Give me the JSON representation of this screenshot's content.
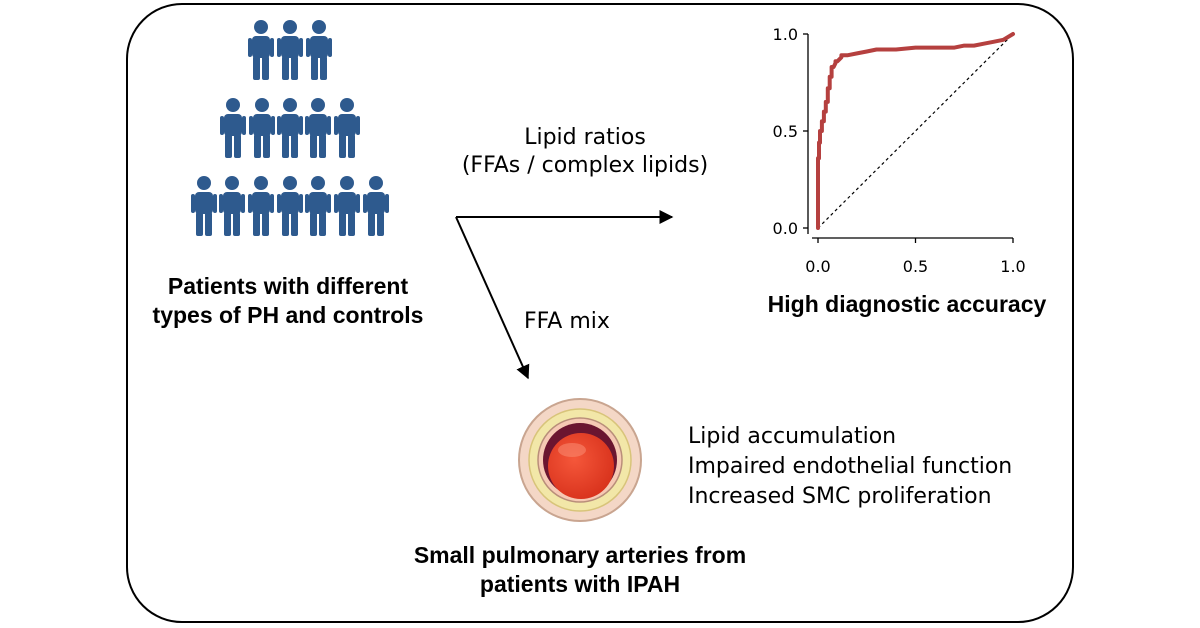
{
  "people": {
    "caption_line1": "Patients with different",
    "caption_line2": "types of PH and controls",
    "icon": "person-icon",
    "color": "#2E5A8E"
  },
  "arrows": {
    "lipid_ratio_line1": "Lipid ratios",
    "lipid_ratio_line2": "(FFAs / complex lipids)",
    "ffa_mix": "FFA mix"
  },
  "roc": {
    "caption": "High diagnostic accuracy",
    "color": "#B5403F"
  },
  "artery": {
    "caption_line1": "Small pulmonary arteries from",
    "caption_line2": "patients with IPAH",
    "effects": [
      "Lipid accumulation",
      "Impaired endothelial function",
      "Increased SMC proliferation"
    ],
    "icon": "artery-cross-section-icon"
  },
  "chart_data": {
    "type": "line",
    "title": "",
    "xlabel": "",
    "ylabel": "",
    "xlim": [
      0,
      1
    ],
    "ylim": [
      0,
      1
    ],
    "x_ticks": [
      "0.0",
      "0.5",
      "1.0"
    ],
    "y_ticks": [
      "0.0",
      "0.5",
      "1.0"
    ],
    "grid": false,
    "series": [
      {
        "style": "solid",
        "x": [
          0.0,
          0.0,
          0.005,
          0.005,
          0.01,
          0.01,
          0.02,
          0.02,
          0.03,
          0.03,
          0.04,
          0.04,
          0.05,
          0.05,
          0.06,
          0.06,
          0.07,
          0.07,
          0.08,
          0.09,
          0.09,
          0.1,
          0.12,
          0.12,
          0.15,
          0.2,
          0.25,
          0.3,
          0.4,
          0.5,
          0.6,
          0.7,
          0.75,
          0.8,
          0.85,
          0.9,
          0.95,
          1.0
        ],
        "y": [
          0.0,
          0.36,
          0.36,
          0.44,
          0.44,
          0.5,
          0.5,
          0.55,
          0.55,
          0.6,
          0.6,
          0.65,
          0.65,
          0.72,
          0.72,
          0.78,
          0.78,
          0.83,
          0.83,
          0.85,
          0.86,
          0.86,
          0.88,
          0.89,
          0.89,
          0.9,
          0.91,
          0.92,
          0.92,
          0.93,
          0.93,
          0.93,
          0.94,
          0.94,
          0.95,
          0.96,
          0.97,
          1.0
        ]
      },
      {
        "style": "dashed",
        "x": [
          0,
          1
        ],
        "y": [
          0,
          1
        ]
      }
    ]
  }
}
